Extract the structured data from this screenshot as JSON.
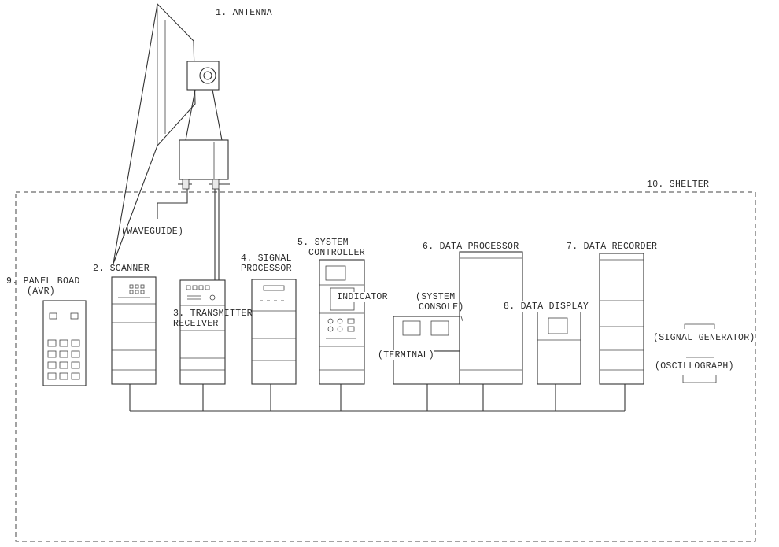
{
  "labels": {
    "antenna": "1. ANTENNA",
    "scanner": "2. SCANNER",
    "transmitter_1": "3. TRANSMITTER",
    "transmitter_2": "RECEIVER",
    "signal_processor_1": "4. SIGNAL",
    "signal_processor_2": "PROCESSOR",
    "system_controller_1": "5. SYSTEM",
    "system_controller_2": "CONTROLLER",
    "indicator": "INDICATOR",
    "data_processor": "6. DATA PROCESSOR",
    "system_console_1": "(SYSTEM",
    "system_console_2": "CONSOLE)",
    "terminal": "(TERMINAL)",
    "data_recorder": "7. DATA RECORDER",
    "data_display": "8. DATA DISPLAY",
    "panel_board_1": "9. PANEL BOAD",
    "panel_board_2": "(AVR)",
    "shelter": "10. SHELTER",
    "waveguide": "(WAVEGUIDE)",
    "signal_generator": "(SIGNAL GENERATOR)",
    "oscillograph": "(OSCILLOGRAPH)"
  }
}
